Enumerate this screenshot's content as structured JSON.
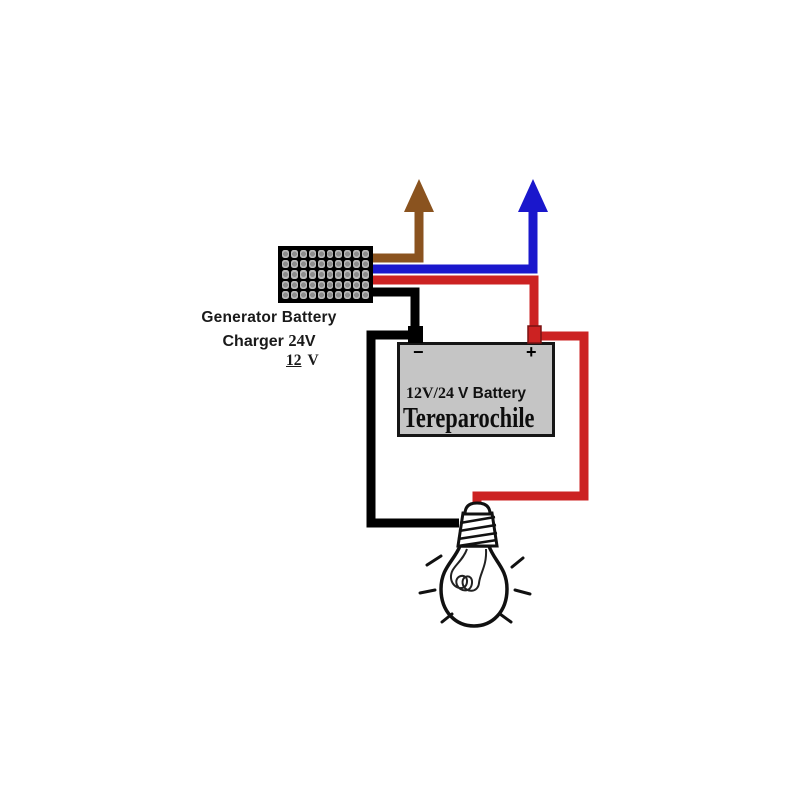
{
  "diagram": {
    "title_present": false,
    "charger": {
      "grid": {
        "rows": 5,
        "cols": 10
      },
      "caption": {
        "line1": "Generator Battery",
        "line2_word": "Charger",
        "line2_value": "24",
        "line2_unit": "V",
        "line3_value": "12",
        "line3_unit": "V"
      }
    },
    "battery": {
      "terminal_minus": "−",
      "terminal_plus": "+",
      "type_value": "12V/24",
      "type_suffix": "V Battery",
      "brand": "Tereparochile"
    },
    "icons": {
      "brown_arrow": "up-arrow",
      "blue_arrow": "up-arrow",
      "charger_grid": "vent-grid",
      "bulb": "light-bulb"
    },
    "colors": {
      "brown": "#8a531f",
      "blue": "#1a17cc",
      "red": "#cc2222",
      "black": "#000000",
      "battery_fill": "#c5c5c5",
      "charger_cell": "#b9b9b9",
      "charger_dot": "#8d8d8d"
    }
  }
}
